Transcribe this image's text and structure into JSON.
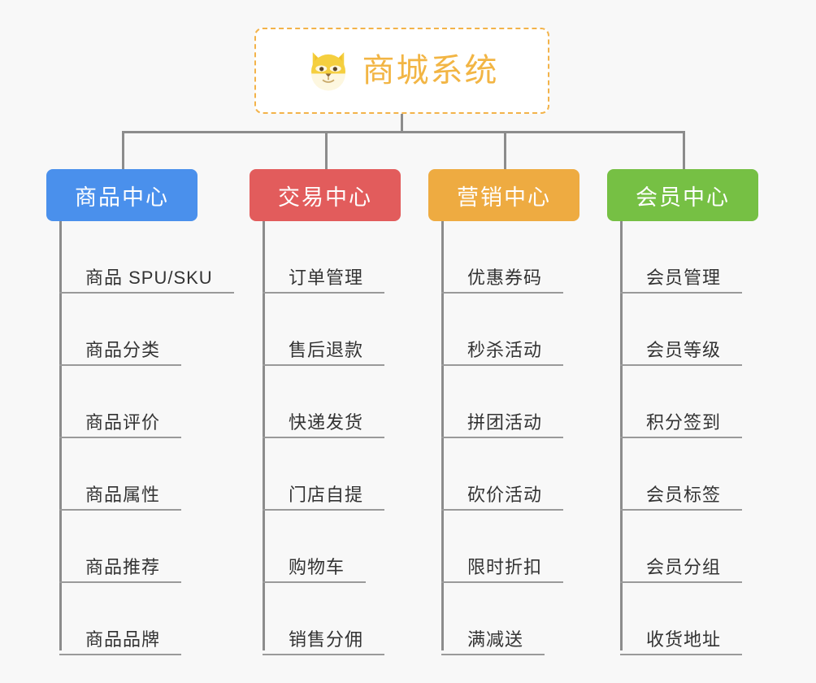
{
  "page": {
    "background_color": "#f8f8f8",
    "line_color": "#8c8c8c"
  },
  "root": {
    "title": "商城系统",
    "icon": "shiba-dog-face-icon",
    "text_color": "#f2b544",
    "border_color": "#f3b34a",
    "fill_color": "#ffffff"
  },
  "categories": [
    {
      "label": "商品中心",
      "color": "#4a90ec",
      "leaves": [
        {
          "label": "商品 SPU/SKU"
        },
        {
          "label": "商品分类"
        },
        {
          "label": "商品评价"
        },
        {
          "label": "商品属性"
        },
        {
          "label": "商品推荐"
        },
        {
          "label": "商品品牌"
        }
      ]
    },
    {
      "label": "交易中心",
      "color": "#e25c5c",
      "leaves": [
        {
          "label": "订单管理"
        },
        {
          "label": "售后退款"
        },
        {
          "label": "快递发货"
        },
        {
          "label": "门店自提"
        },
        {
          "label": "购物车"
        },
        {
          "label": "销售分佣"
        }
      ]
    },
    {
      "label": "营销中心",
      "color": "#eeab41",
      "leaves": [
        {
          "label": "优惠券码"
        },
        {
          "label": "秒杀活动"
        },
        {
          "label": "拼团活动"
        },
        {
          "label": "砍价活动"
        },
        {
          "label": "限时折扣"
        },
        {
          "label": "满减送"
        }
      ]
    },
    {
      "label": "会员中心",
      "color": "#76c044",
      "leaves": [
        {
          "label": "会员管理"
        },
        {
          "label": "会员等级"
        },
        {
          "label": "积分签到"
        },
        {
          "label": "会员标签"
        },
        {
          "label": "会员分组"
        },
        {
          "label": "收货地址"
        }
      ]
    }
  ]
}
